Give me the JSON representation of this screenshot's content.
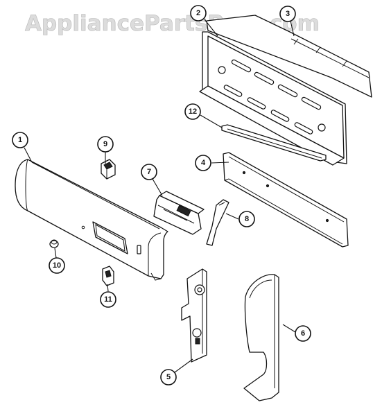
{
  "watermark": "AppliancePartsPros.com",
  "callouts": [
    {
      "id": "c1",
      "label": "1"
    },
    {
      "id": "c2",
      "label": "2"
    },
    {
      "id": "c3",
      "label": "3"
    },
    {
      "id": "c4",
      "label": "4"
    },
    {
      "id": "c5",
      "label": "5"
    },
    {
      "id": "c6",
      "label": "6"
    },
    {
      "id": "c7",
      "label": "7"
    },
    {
      "id": "c8",
      "label": "8"
    },
    {
      "id": "c9",
      "label": "9"
    },
    {
      "id": "c10",
      "label": "10"
    },
    {
      "id": "c11",
      "label": "11"
    },
    {
      "id": "c12",
      "label": "12"
    }
  ]
}
